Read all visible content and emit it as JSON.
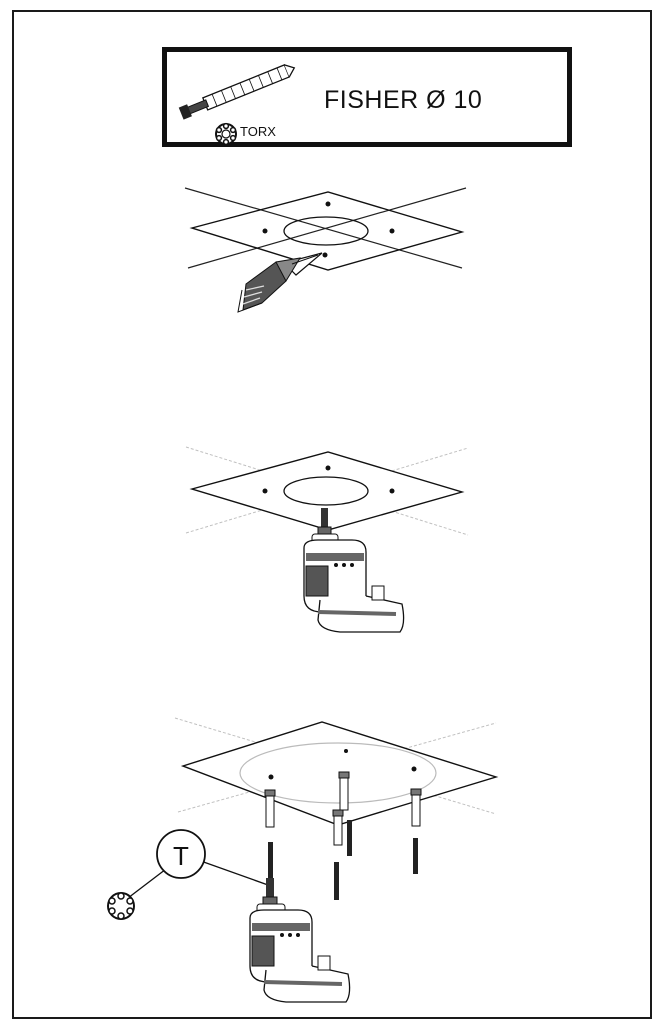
{
  "header": {
    "title": "FISHER Ø 10",
    "torx_label": "TORX"
  },
  "callout": {
    "letter": "T"
  },
  "steps": [
    {
      "name": "mark-holes",
      "tool": "pencil-icon"
    },
    {
      "name": "drill-holes",
      "tool": "drill-icon"
    },
    {
      "name": "fix-plate",
      "tool": "screwdriver-drill-icon"
    }
  ],
  "colors": {
    "line": "#111111",
    "guide": "#bdbdbd",
    "fill": "#ffffff"
  }
}
